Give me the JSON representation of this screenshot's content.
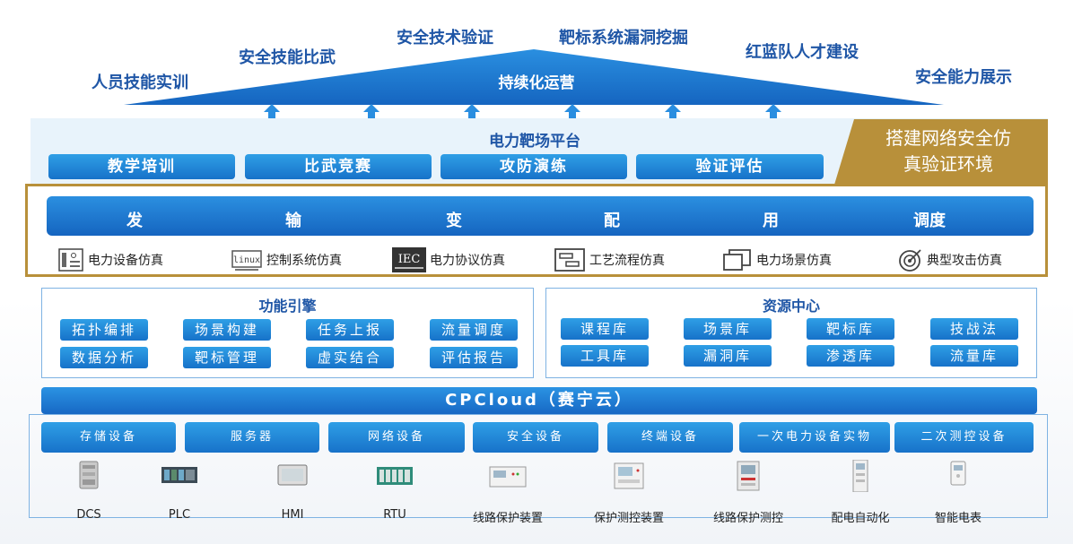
{
  "roof": {
    "labels": [
      "人员技能实训",
      "安全技能比武",
      "安全技术验证",
      "靶标系统漏洞挖掘",
      "红蓝队人才建设",
      "安全能力展示"
    ],
    "center": "持续化运营"
  },
  "platform": {
    "title": "电力靶场平台",
    "buttons": [
      "教学培训",
      "比武竞赛",
      "攻防演练",
      "验证评估"
    ],
    "gold_line1": "搭建网络安全仿",
    "gold_line2": "真验证环境"
  },
  "simulation": {
    "bar_chars": [
      "发",
      "输",
      "变",
      "配",
      "用",
      "调度"
    ],
    "items": [
      {
        "label": "电力设备仿真",
        "icon": "device-panel-icon"
      },
      {
        "label": "控制系统仿真",
        "icon": "linux-icon"
      },
      {
        "label": "电力协议仿真",
        "icon": "iec-icon"
      },
      {
        "label": "工艺流程仿真",
        "icon": "process-flow-icon"
      },
      {
        "label": "电力场景仿真",
        "icon": "scene-windows-icon"
      },
      {
        "label": "典型攻击仿真",
        "icon": "target-attack-icon"
      }
    ],
    "iec_text": "IEC",
    "linux_text": "linux"
  },
  "engine": {
    "title": "功能引擎",
    "row1": [
      "拓扑编排",
      "场景构建",
      "任务上报",
      "流量调度"
    ],
    "row2": [
      "数据分析",
      "靶标管理",
      "虚实结合",
      "评估报告"
    ]
  },
  "resources": {
    "title": "资源中心",
    "row1": [
      "课程库",
      "场景库",
      "靶标库",
      "技战法"
    ],
    "row2": [
      "工具库",
      "漏洞库",
      "渗透库",
      "流量库"
    ]
  },
  "cloud": {
    "label": "CPCloud（赛宁云）"
  },
  "devices": {
    "categories": [
      "存储设备",
      "服务器",
      "网络设备",
      "安全设备",
      "终端设备",
      "一次电力设备实物",
      "二次测控设备"
    ],
    "items": [
      {
        "label": "DCS",
        "icon": "dcs-device-icon"
      },
      {
        "label": "PLC",
        "icon": "plc-device-icon"
      },
      {
        "label": "HMI",
        "icon": "hmi-device-icon"
      },
      {
        "label": "RTU",
        "icon": "rtu-device-icon"
      },
      {
        "label": "线路保护装置",
        "icon": "line-protection-icon"
      },
      {
        "label": "保护测控装置",
        "icon": "protection-control-icon"
      },
      {
        "label": "线路保护测控",
        "icon": "line-protection-control-icon"
      },
      {
        "label": "配电自动化",
        "icon": "distribution-automation-icon"
      },
      {
        "label": "智能电表",
        "icon": "smart-meter-icon"
      }
    ]
  },
  "colors": {
    "primary": "#1772c9",
    "title": "#1f56a6",
    "gold": "#b8903a"
  }
}
